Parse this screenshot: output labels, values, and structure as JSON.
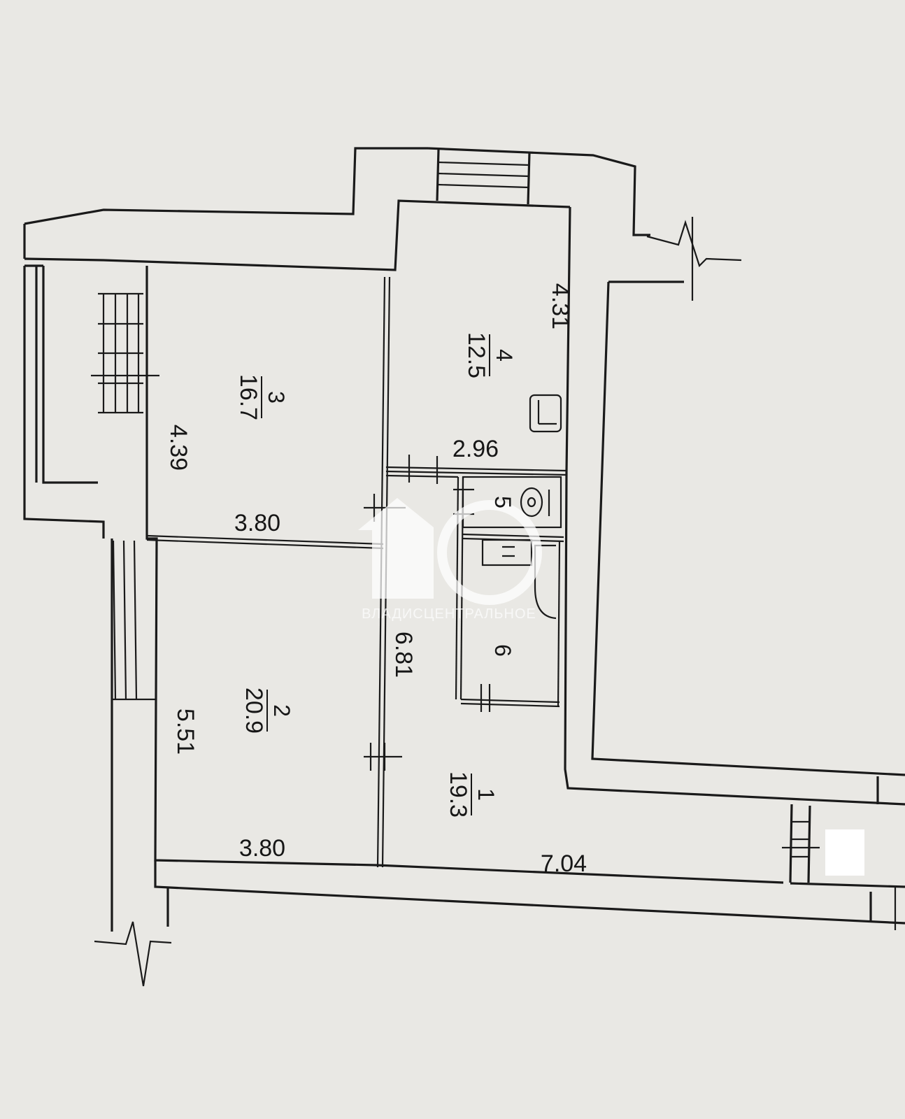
{
  "rooms": [
    {
      "id": "1",
      "number": "1",
      "area": "19.3"
    },
    {
      "id": "2",
      "number": "2",
      "area": "20.9"
    },
    {
      "id": "3",
      "number": "3",
      "area": "16.7"
    },
    {
      "id": "4",
      "number": "4",
      "area": "12.5"
    },
    {
      "id": "5",
      "number": "5"
    },
    {
      "id": "6",
      "number": "6"
    }
  ],
  "dimensions": {
    "room4_length": "4.31",
    "room4_width": "2.96",
    "room3_length": "4.39",
    "room3_width": "3.80",
    "room2_length": "5.51",
    "room2_width": "3.80",
    "hall_length": "6.81",
    "room1_width": "7.04"
  },
  "watermark": {
    "logo_text": "10",
    "brand": "ВЛАДИСЦЕНТРАЛЬНОЕ"
  },
  "colors": {
    "paper": "#e9e8e4",
    "ink": "#1a1a1a"
  }
}
